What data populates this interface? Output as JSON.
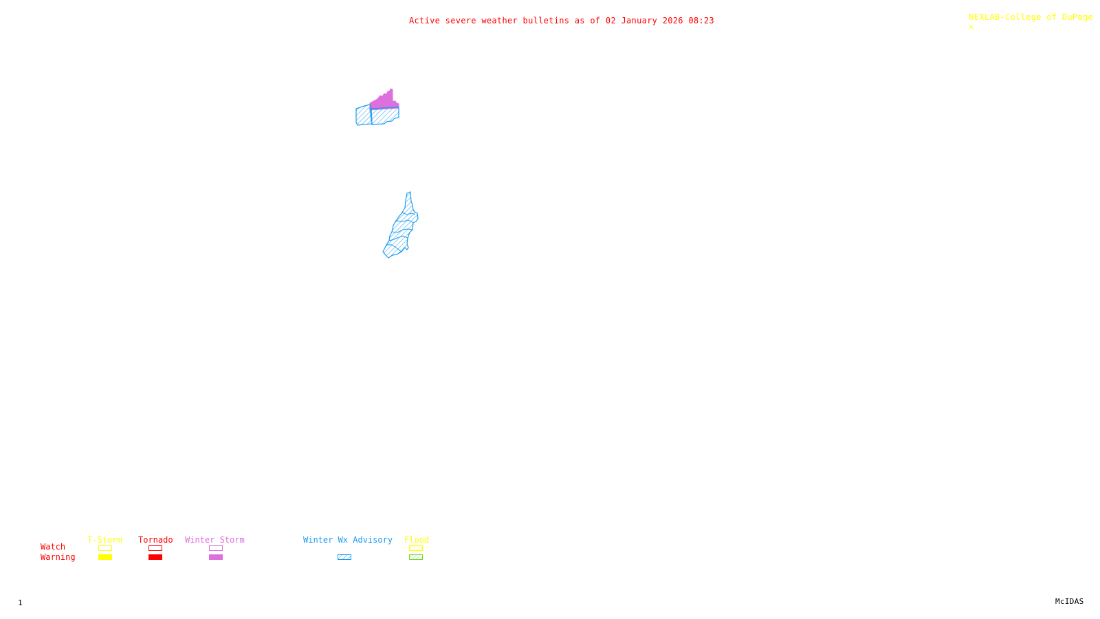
{
  "header": {
    "title": "Active severe weather bulletins as of 02 January 2026 08:23",
    "credit": "NEXLAB-College of DuPage",
    "credit_icon": "arrow-icon"
  },
  "footer": {
    "frame_number": "1",
    "software": "McIDAS"
  },
  "colors": {
    "title": "#ff0000",
    "credit": "#ffff00",
    "tstorm": "#ffff00",
    "tornado": "#ff0000",
    "winter_storm": "#dd70dd",
    "winter_wx_advisory": "#1a9cf0",
    "flood_watch": "#ffff00",
    "flood_warning": "#7fd633",
    "row_labels": "#ff0000"
  },
  "legend": {
    "row_labels": {
      "watch": "Watch",
      "warning": "Warning"
    },
    "categories": [
      {
        "key": "tstorm",
        "label": "T-Storm",
        "watch_style": "outline",
        "warning_style": "filled"
      },
      {
        "key": "tornado",
        "label": "Tornado",
        "watch_style": "outline",
        "warning_style": "filled"
      },
      {
        "key": "winter_storm",
        "label": "Winter Storm",
        "watch_style": "outline",
        "warning_style": "filled"
      },
      {
        "key": "winter_wx_advisory",
        "label": "Winter Wx Advisory",
        "watch_style": "none",
        "warning_style": "hatched"
      },
      {
        "key": "flood",
        "label": "Flood",
        "watch_style": "hatched",
        "warning_style": "hatched"
      }
    ]
  },
  "map": {
    "active_bulletins": [
      {
        "type": "Winter Storm Warning",
        "region": "northern",
        "style": "filled"
      },
      {
        "type": "Winter Wx Advisory",
        "region": "northern",
        "style": "hatched"
      },
      {
        "type": "Winter Wx Advisory",
        "region": "central",
        "style": "hatched"
      }
    ]
  }
}
